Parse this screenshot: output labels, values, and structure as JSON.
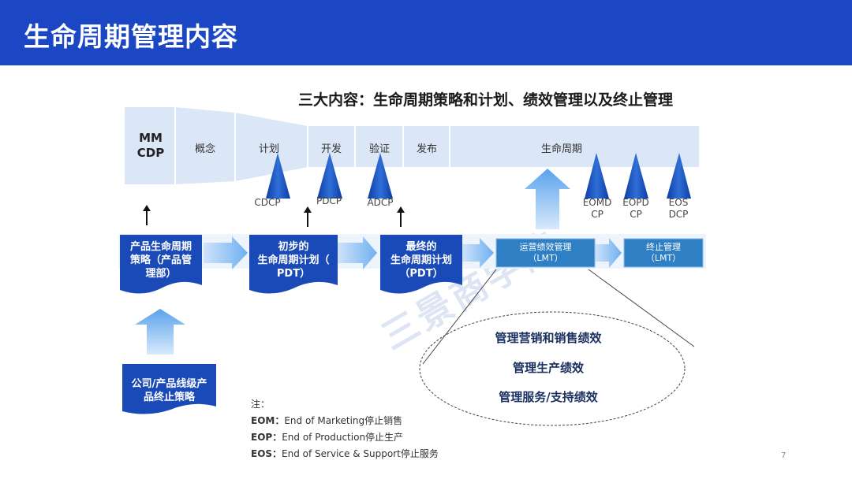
{
  "header": {
    "title": "生命周期管理内容"
  },
  "subtitle": "三大内容：生命周期策略和计划、绩效管理以及终止管理",
  "timeline": {
    "mm_label": "MM\nCDP",
    "stages": [
      "概念",
      "计划",
      "开发",
      "验证",
      "发布",
      "生命周期"
    ]
  },
  "gates": [
    "CDCP",
    "PDCP",
    "ADCP",
    "EOMD\nCP",
    "EOPD\nCP",
    "EOS\nDCP"
  ],
  "documents": [
    "产品生命周期\n策略（产品管\n理部）",
    "初步的\n生命周期计划（\nPDT）",
    "最终的\n生命周期计划\n（PDT）"
  ],
  "bottom_doc": "公司/产品线级产\n品终止策略",
  "boxes": [
    "运营绩效管理\n（LMT）",
    "终止管理\n（LMT）"
  ],
  "ellipse_items": [
    "管理营销和销售绩效",
    "管理生产绩效",
    "管理服务/支持绩效"
  ],
  "notes": {
    "title": "注：",
    "items": [
      {
        "abbr": "EOM：",
        "text": "End of Marketing停止销售"
      },
      {
        "abbr": "EOP：",
        "text": "End of Production停止生产"
      },
      {
        "abbr": "EOS：",
        "text": "End of Service & Support停止服务"
      }
    ]
  },
  "watermark": "三景商学院",
  "page_number": "7",
  "colors": {
    "header": "#1b47c4",
    "doc": "#1a49b8",
    "box": "#2f7fc4",
    "band": "#dbe6f6"
  }
}
